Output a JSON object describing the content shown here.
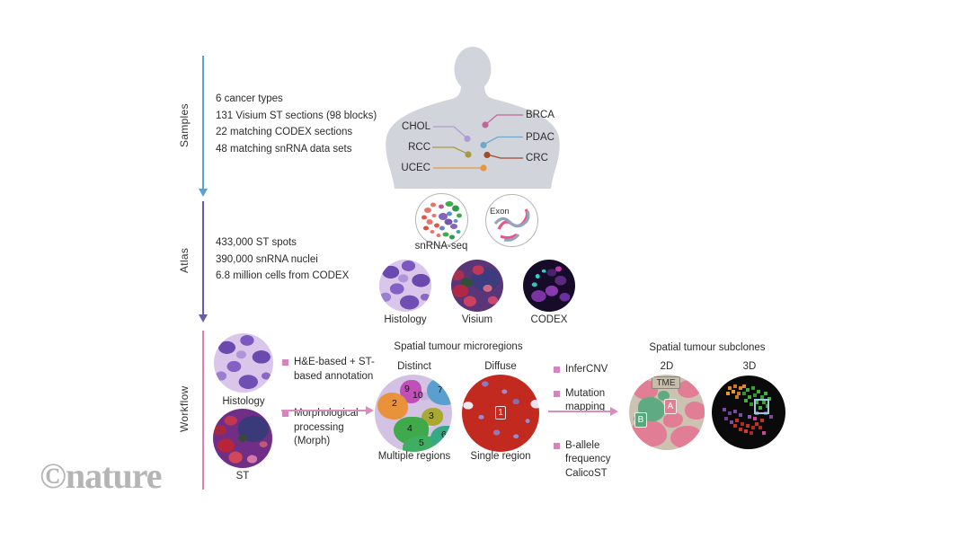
{
  "watermark": "©nature",
  "colors": {
    "samples_arrow": "#58a0d8",
    "atlas_arrow": "#6a5ca8",
    "workflow_rail": "#df7eb5",
    "bullet_accent": "#d585be"
  },
  "samples": {
    "label": "Samples",
    "stats": [
      "6 cancer types",
      "131 Visium ST sections (98 blocks)",
      "22 matching CODEX sections",
      "48 matching snRNA data sets"
    ],
    "cancers": [
      {
        "name": "CHOL",
        "color": "#b29ad4"
      },
      {
        "name": "BRCA",
        "color": "#c0669e"
      },
      {
        "name": "RCC",
        "color": "#a59a3e"
      },
      {
        "name": "PDAC",
        "color": "#6fa8c9"
      },
      {
        "name": "UCEC",
        "color": "#e8973c"
      },
      {
        "name": "CRC",
        "color": "#a04a28"
      }
    ]
  },
  "atlas": {
    "label": "Atlas",
    "stats": [
      "433,000 ST spots",
      "390,000 snRNA nuclei",
      "6.8 million cells from CODEX"
    ],
    "umap_label": "snRNA-seq",
    "exon_label": "Exon",
    "modalities": [
      "Histology",
      "Visium",
      "CODEX"
    ]
  },
  "workflow": {
    "label": "Workflow",
    "input_labels": [
      "Histology",
      "ST"
    ],
    "annotation_bullets": [
      "H&E-based + ST-based annotation",
      "Morphological processing (Morph)"
    ],
    "microregions": {
      "title": "Spatial tumour microregions",
      "distinct_label": "Distinct",
      "diffuse_label": "Diffuse",
      "distinct_caption": "Multiple regions",
      "diffuse_caption": "Single region",
      "distinct_numbers": [
        "9",
        "10",
        "7",
        "2",
        "3",
        "4",
        "5",
        "6"
      ],
      "diffuse_number": "1",
      "region_colors": {
        "2": "#e8923c",
        "3": "#a8a832",
        "4": "#3fa94c",
        "5": "#3fae62",
        "6": "#35a886",
        "7": "#5aa0ce",
        "9": "#c050b8",
        "diffuse_1": "#c22a20"
      }
    },
    "analysis_bullets": [
      "InferCNV",
      "Mutation mapping",
      "B-allele frequency CalicoST"
    ],
    "subclones": {
      "title": "Spatial tumour subclones",
      "view2d": "2D",
      "view3d": "3D",
      "tme_tag": "TME",
      "clone_a": "A",
      "clone_b": "B"
    }
  }
}
